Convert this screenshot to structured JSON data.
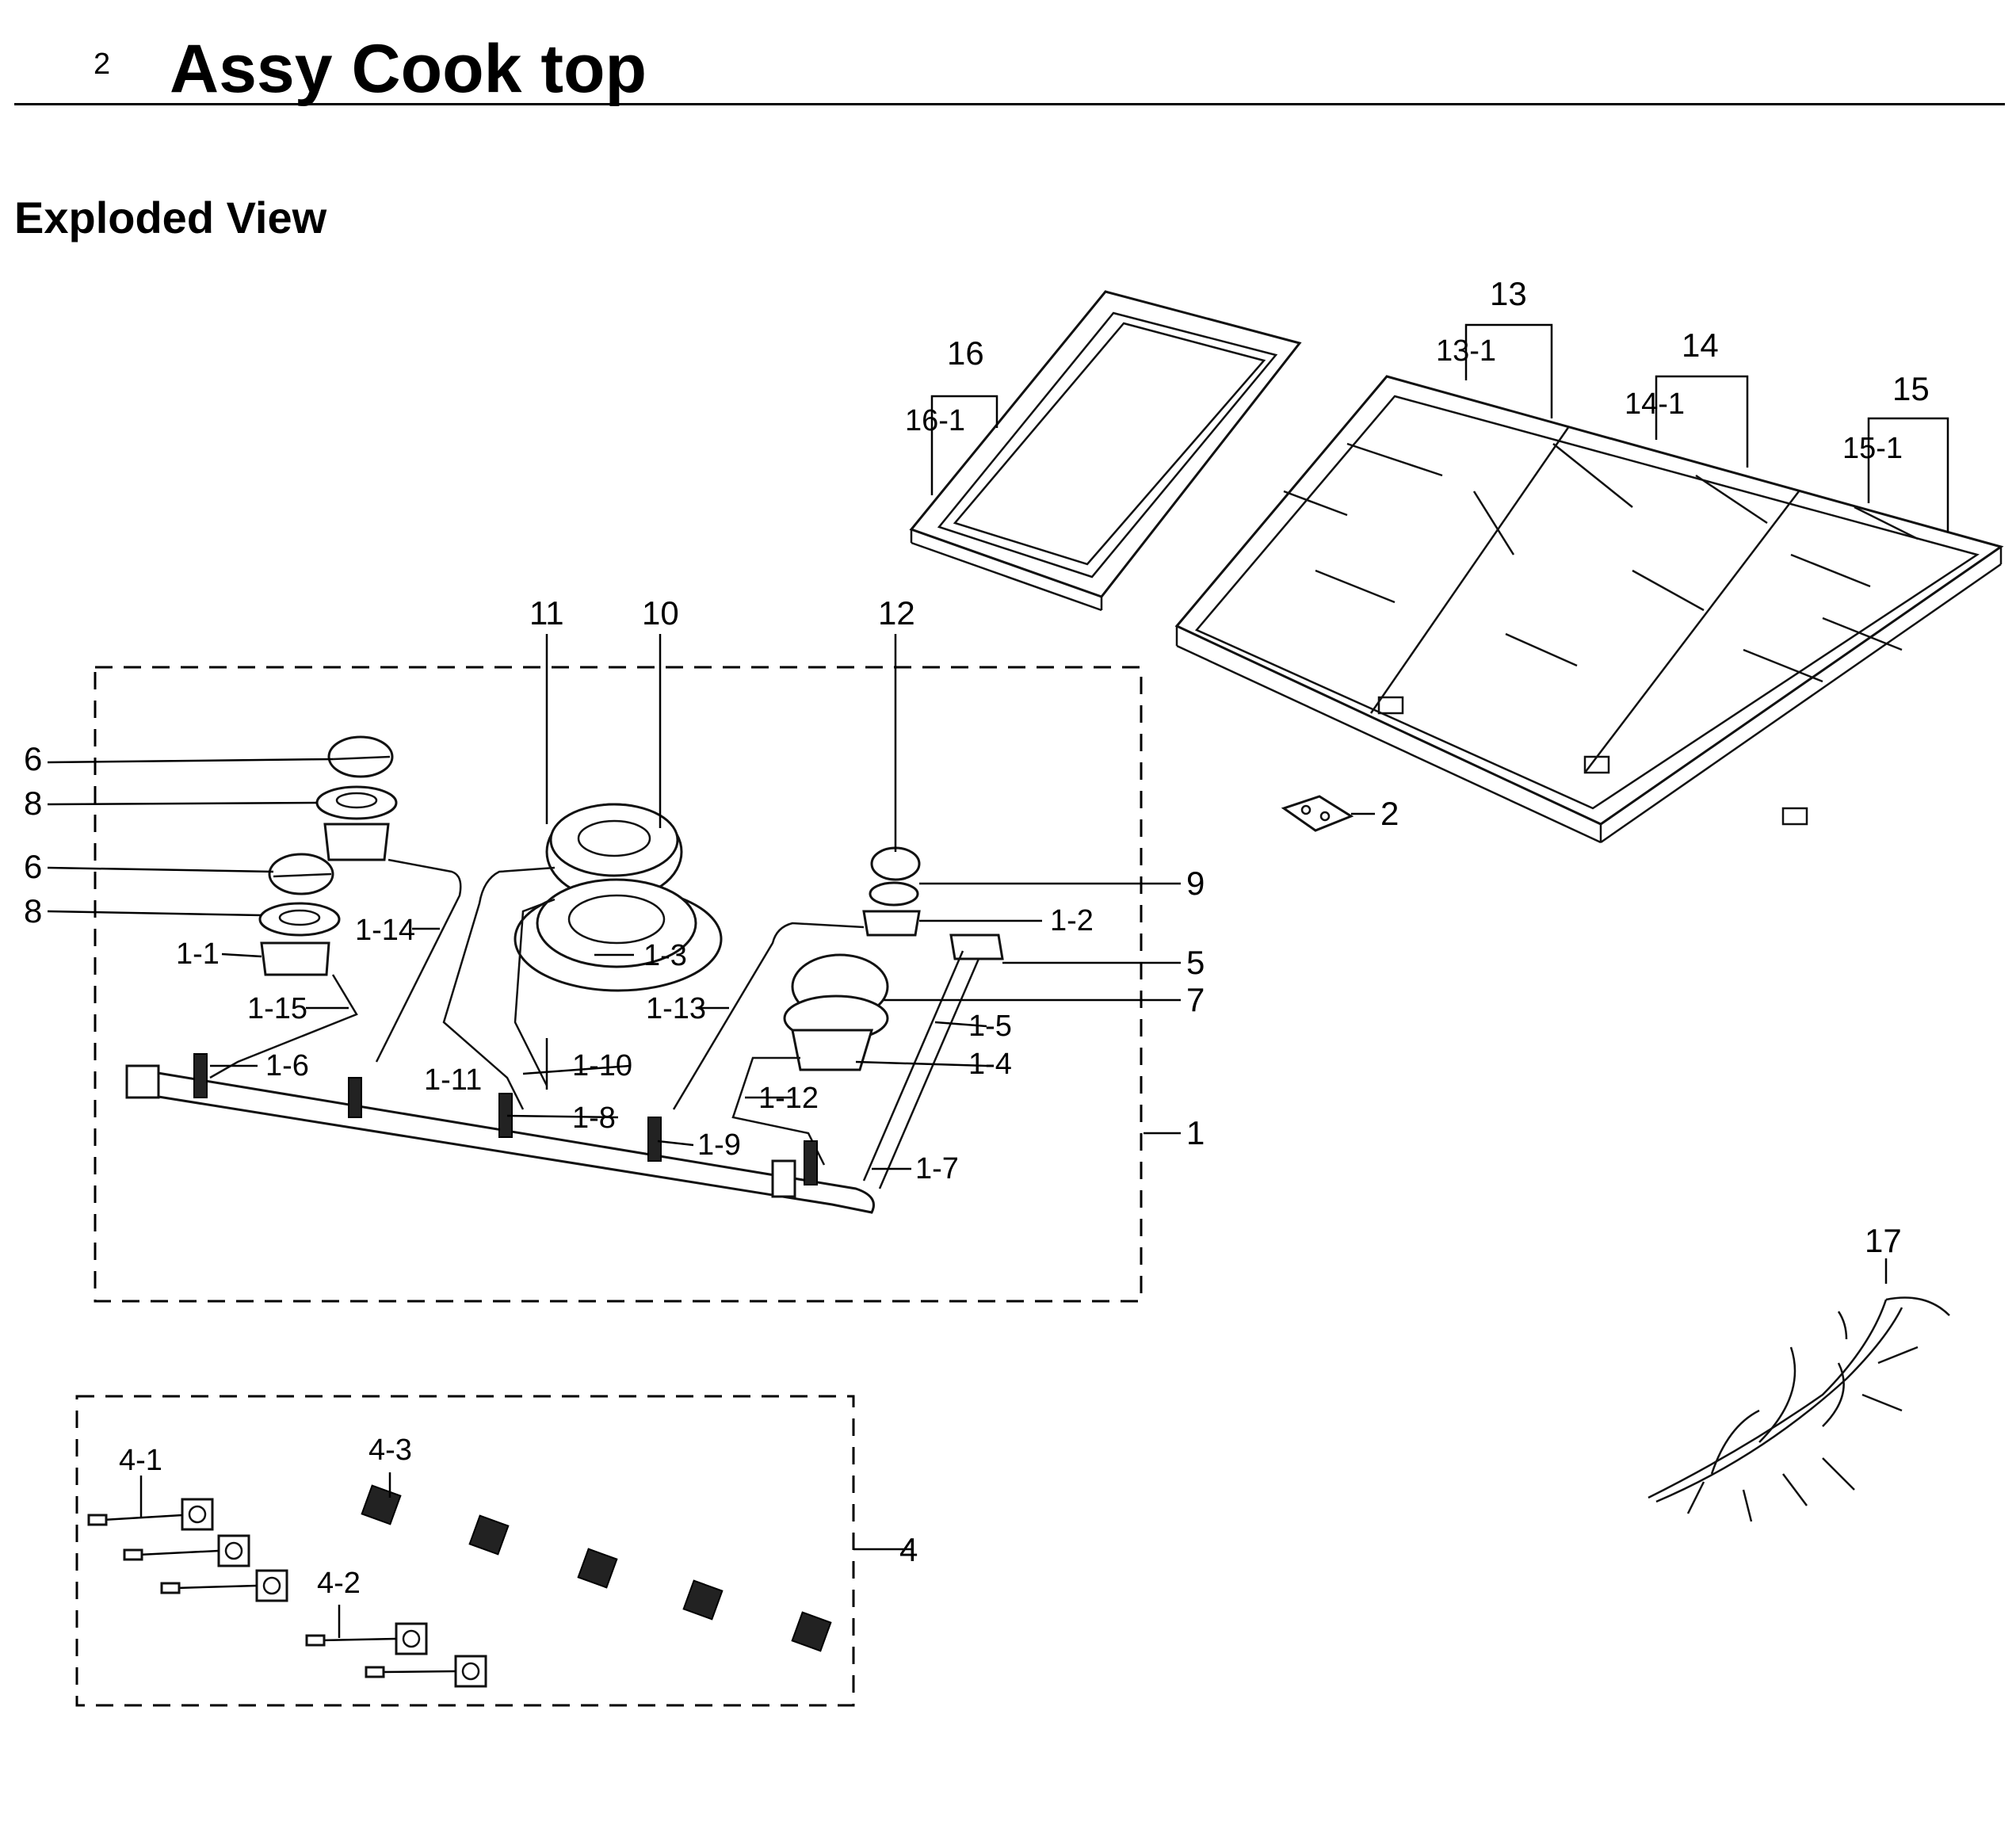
{
  "header": {
    "page_number": "2",
    "title": "Assy Cook top"
  },
  "section": {
    "title": "Exploded View"
  },
  "callouts": {
    "c1": "1",
    "c1_1": "1-1",
    "c1_2": "1-2",
    "c1_3": "1-3",
    "c1_4": "1-4",
    "c1_5": "1-5",
    "c1_6": "1-6",
    "c1_7": "1-7",
    "c1_8": "1-8",
    "c1_9": "1-9",
    "c1_10": "1-10",
    "c1_11": "1-11",
    "c1_12": "1-12",
    "c1_13": "1-13",
    "c1_14": "1-14",
    "c1_15": "1-15",
    "c2": "2",
    "c4": "4",
    "c4_1": "4-1",
    "c4_2": "4-2",
    "c4_3": "4-3",
    "c5": "5",
    "c6a": "6",
    "c6b": "6",
    "c7": "7",
    "c8a": "8",
    "c8b": "8",
    "c9": "9",
    "c10": "10",
    "c11": "11",
    "c12": "12",
    "c13": "13",
    "c13_1": "13-1",
    "c14": "14",
    "c14_1": "14-1",
    "c15": "15",
    "c15_1": "15-1",
    "c16": "16",
    "c16_1": "16-1",
    "c17": "17"
  }
}
